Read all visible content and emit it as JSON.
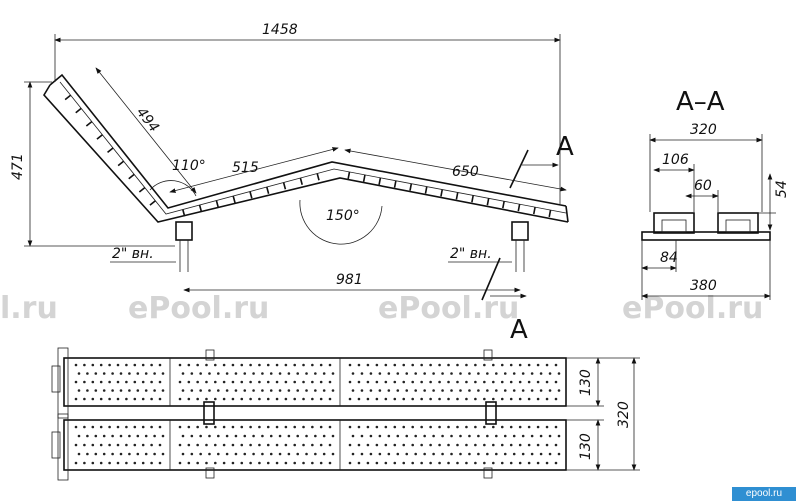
{
  "watermark": {
    "texts": [
      "l.ru",
      "ePool.ru",
      "ePool.ru",
      "ePool.ru"
    ],
    "badge": "epool.ru"
  },
  "side_view": {
    "length_total": "1458",
    "height": "471",
    "backrest": "494",
    "angle_back": "110°",
    "seat": "515",
    "angle_mid": "150°",
    "leg_part": "650",
    "pipe_left": "2\" вн.",
    "pipe_right": "2\" вн.",
    "support_span": "981",
    "section_mark_top": "A",
    "section_mark_bottom": "A"
  },
  "section_view": {
    "title": "A–A",
    "width_top": "320",
    "pipe_spacing": "106",
    "pipe_dia": "60",
    "height": "54",
    "offset": "84",
    "base_width": "380"
  },
  "plan_view": {
    "panel_width_1": "130",
    "panel_width_2": "130",
    "total_width": "320"
  }
}
